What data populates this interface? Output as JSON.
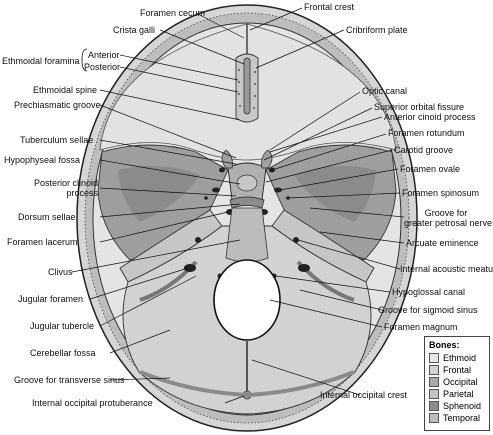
{
  "labels": {
    "foramen_cecum": "Foramen cecum",
    "frontal_crest": "Frontal crest",
    "crista_galli": "Crista galli",
    "cribriform_plate": "Cribriform plate",
    "ethmoidal_foramina": "Ethmoidal foramina",
    "anterior": "Anterior",
    "posterior": "Posterior",
    "optic_canal": "Optic canal",
    "ethmoidal_spine": "Ethmoidal spine",
    "superior_orbital_fissure": "Superior orbital fissure",
    "prechiasmatic_groove": "Prechiasmatic groove",
    "anterior_clinoid_process": "Anterior cinoid process",
    "foramen_rotundum": "Foramen rotundum",
    "tuberculum_sellae": "Tuberculum sellae",
    "carotid_groove": "Carotid groove",
    "hypophyseal_fossa": "Hypophyseal fossa",
    "foramen_ovale": "Foramen ovale",
    "posterior_clinoid_process_1": "Posterior clinoid",
    "posterior_clinoid_process_2": "process",
    "foramen_spinosum": "Foramen spinosum",
    "dorsum_sellae": "Dorsum sellae",
    "groove_petrosal_1": "Groove for",
    "groove_petrosal_2": "greater petrosal nerve",
    "foramen_lacerum": "Foramen lacerum",
    "arcuate_eminence": "Arcuate eminence",
    "clivus": "Clivus",
    "internal_acoustic_meatus": "Internal acoustic meatus",
    "jugular_foramen": "Jugular foramen",
    "hypoglossal_canal": "Hypoglossal canal",
    "groove_sigmoid_sinus": "Groove for sigmoid sinus",
    "jugular_tubercle": "Jugular tubercle",
    "foramen_magnum": "Foramen magnum",
    "cerebellar_fossa": "Cerebellar fossa",
    "groove_transverse_sinus": "Groove for transverse sinus",
    "internal_occipital_crest": "Internal occipital crest",
    "internal_occipital_protuberance": "Internal occipital protuberance"
  },
  "legend": {
    "title": "Bones:",
    "items": [
      {
        "name": "Ethmoid",
        "color": "#e6e6e6"
      },
      {
        "name": "Frontal",
        "color": "#d4d4d4"
      },
      {
        "name": "Occipital",
        "color": "#a9a9a9"
      },
      {
        "name": "Parietal",
        "color": "#c4c4c4"
      },
      {
        "name": "Sphenoid",
        "color": "#8c8c8c"
      },
      {
        "name": "Temporal",
        "color": "#bdbdbd"
      }
    ]
  }
}
